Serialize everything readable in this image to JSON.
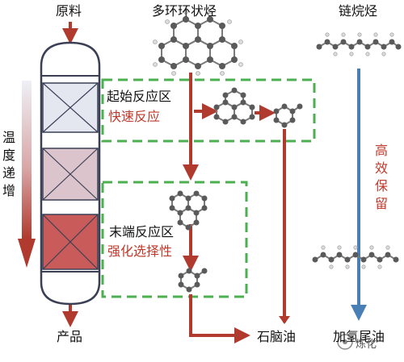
{
  "labels": {
    "feedstock": "原料",
    "product": "产品",
    "temperature_gradient": "温度递增",
    "polycyclic_aromatics": "多环环状烃",
    "chain_alkanes": "链烷烃",
    "high_efficiency_retention": "高效保留",
    "initial_zone_title": "起始反应区",
    "initial_zone_subtitle": "快速反应",
    "end_zone_title": "末端反应区",
    "end_zone_subtitle": "强化选择性",
    "naphtha": "石脑油",
    "hydrocracked_tail_oil": "加氢尾油",
    "watermark": "炼化"
  },
  "colors": {
    "arrow_red": "#b03a2e",
    "arrow_blue": "#4a7fb5",
    "zone_border_green": "#4caf50",
    "reactor_red": "#c0392b",
    "text_red": "#c0392b"
  }
}
